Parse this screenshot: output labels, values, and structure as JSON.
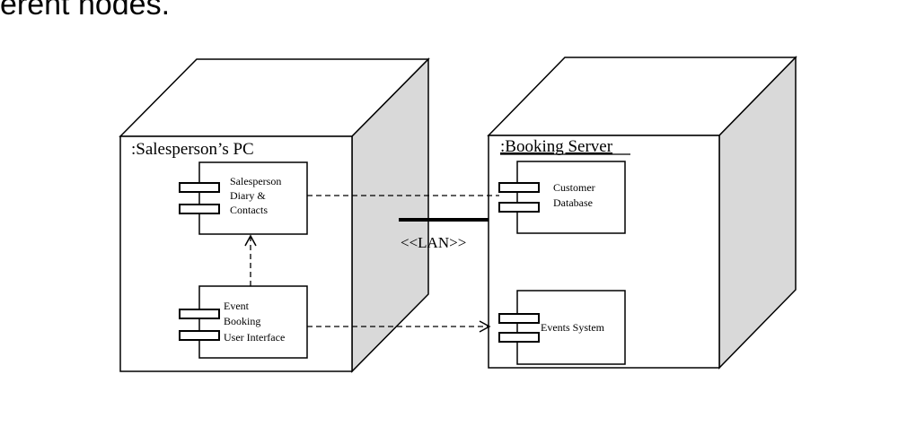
{
  "heading": {
    "text": "erent nodes."
  },
  "diagram": {
    "type": "UML deployment diagram",
    "nodes": [
      {
        "label": ":Salesperson’s PC",
        "underlined": false
      },
      {
        "label": ":Booking Server",
        "underlined": true
      }
    ],
    "components": [
      {
        "node": ":Salesperson’s PC",
        "lines": [
          "Salesperson",
          "Diary &",
          "Contacts"
        ]
      },
      {
        "node": ":Salesperson’s PC",
        "lines": [
          "Event",
          "Booking",
          "User Interface"
        ]
      },
      {
        "node": ":Booking Server",
        "lines": [
          "Customer",
          "Database"
        ]
      },
      {
        "node": ":Booking Server",
        "lines": [
          "Events System"
        ]
      }
    ],
    "connection": {
      "label": "<<LAN>>"
    },
    "dependencies": [
      {
        "from": "Event Booking User Interface",
        "to": "Salesperson Diary & Contacts"
      },
      {
        "from": "Event Booking User Interface",
        "to": "Events System"
      },
      {
        "from": "Salesperson Diary & Contacts",
        "to": "Customer Database",
        "arrow": false
      }
    ]
  }
}
